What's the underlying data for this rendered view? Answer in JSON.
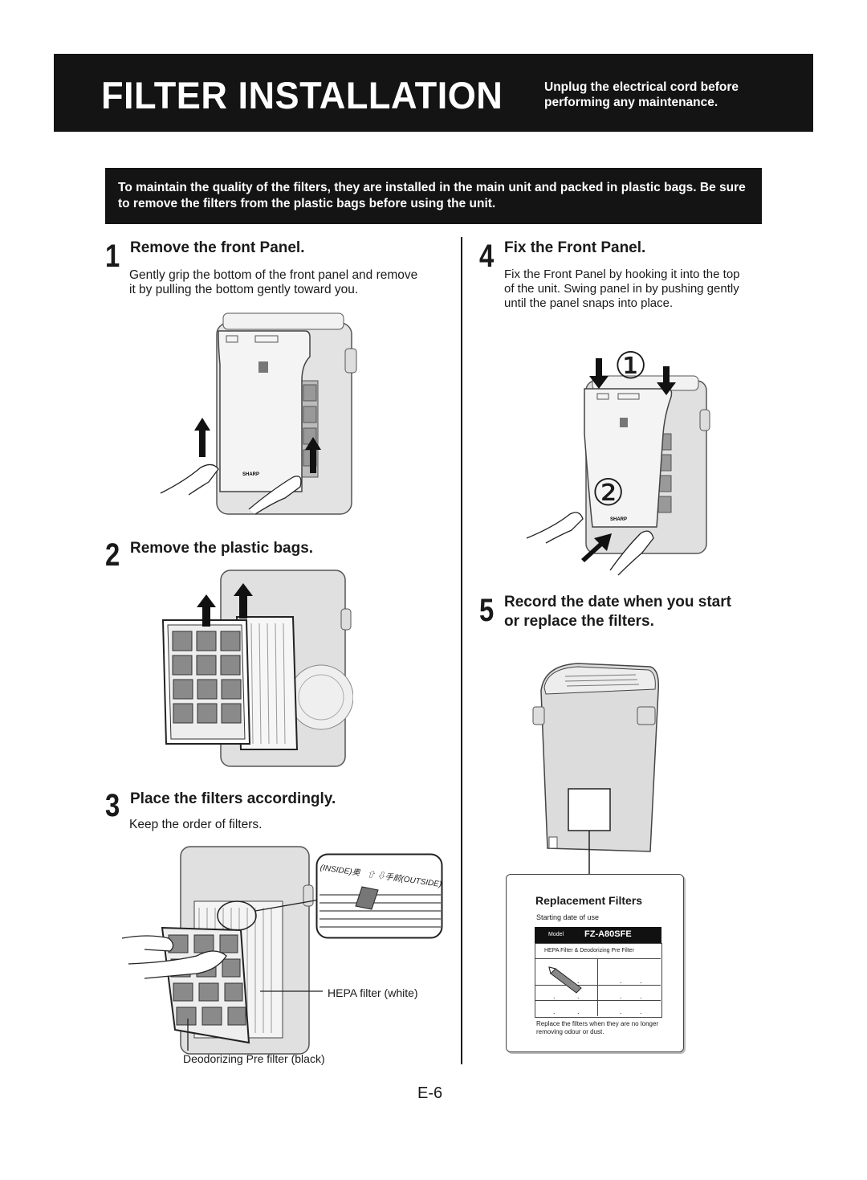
{
  "header": {
    "title": "FILTER INSTALLATION",
    "warning": "Unplug the electrical cord before performing any maintenance."
  },
  "notice": "To maintain the quality of the filters, they are installed in the main unit and packed in plastic bags. Be sure to remove the filters from the plastic bags before using the unit.",
  "steps": [
    {
      "number": "1",
      "title": "Remove the front Panel.",
      "text": "Gently grip the bottom of the front panel and remove it by pulling the bottom gently toward you."
    },
    {
      "number": "2",
      "title": "Remove the plastic bags.",
      "text": ""
    },
    {
      "number": "3",
      "title": "Place the filters accordingly.",
      "text": "Keep the order of filters."
    },
    {
      "number": "4",
      "title": "Fix the Front Panel.",
      "text": "Fix the Front Panel by hooking it into the top of the unit. Swing panel in by pushing gently until the panel snaps into place."
    },
    {
      "number": "5",
      "title": "Record the date when you start or replace the filters.",
      "text": ""
    }
  ],
  "callouts": {
    "inside": "INSIDE",
    "inside_jp": "奥",
    "outside_jp": "手前",
    "outside": "OUTSIDE",
    "hepa": "HEPA filter (white)",
    "prefilter": "Deodorizing Pre filter (black)",
    "circle_1": "①",
    "circle_2": "②",
    "brand": "SHARP"
  },
  "label_card": {
    "title": "Replacement Filters",
    "start_date": "Starting date of use",
    "model_label": "Model",
    "model": "FZ-A80SFE",
    "filters": "HEPA Filter & Deodorizing Pre Filter",
    "dot": ".",
    "footer": "Replace the filters when they are no longer removing odour or dust."
  },
  "page_number": "E-6",
  "colors": {
    "bar": "#141414",
    "ink": "#1a1a1a",
    "unit_grey": "#d8d8d8",
    "unit_light": "#eeeeee"
  },
  "icons": [
    "up-arrow-icon",
    "down-arrow-icon",
    "diagonal-arrow-icon",
    "pen-icon"
  ]
}
